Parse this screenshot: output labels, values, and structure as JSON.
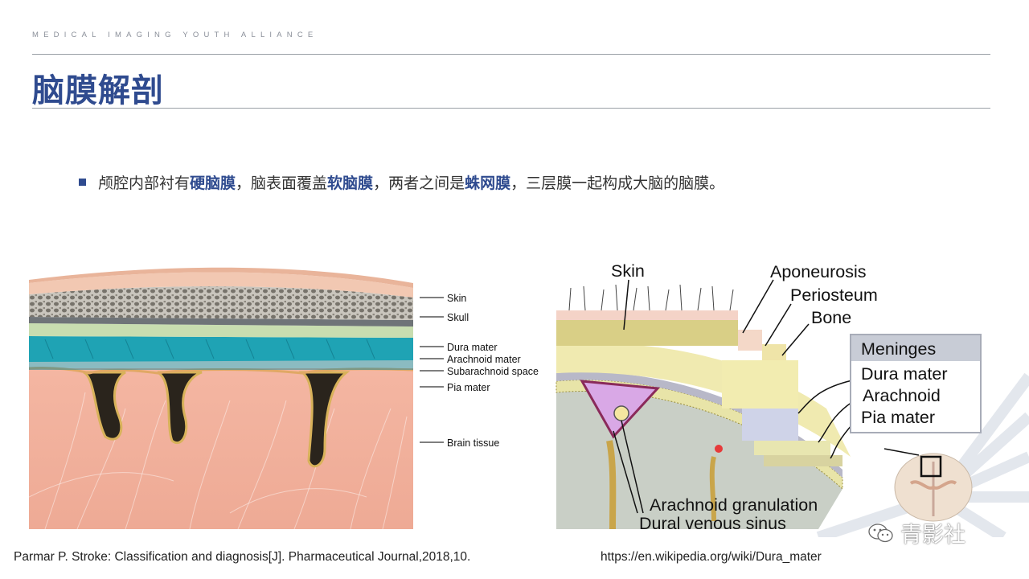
{
  "header": {
    "brand": "MEDICAL IMAGING YOUTH ALLIANCE",
    "title": "脑膜解剖"
  },
  "bullet": {
    "part1": "颅腔内部衬有",
    "hl1": "硬脑膜",
    "part2": "，脑表面覆盖",
    "hl2": "软脑膜",
    "part3": "，两者之间是",
    "hl3": "蛛网膜",
    "part4": "，三层膜一起构成大脑的脑膜。"
  },
  "left_figure": {
    "labels": [
      "Skin",
      "Skull",
      "Dura mater",
      "Arachnoid mater",
      "Subarachnoid space",
      "Pia mater",
      "Brain tissue"
    ]
  },
  "right_figure": {
    "skin": "Skin",
    "aponeurosis": "Aponeurosis",
    "periosteum": "Periosteum",
    "bone": "Bone",
    "meninges_title": "Meninges",
    "dura": "Dura mater",
    "arachnoid": "Arachnoid",
    "pia": "Pia mater",
    "granulation": "Arachnoid granulation",
    "sinus": "Dural venous sinus"
  },
  "citations": {
    "left": "Parmar P. Stroke: Classification and diagnosis[J]. Pharmaceutical Journal,2018,10.",
    "right": "https://en.wikipedia.org/wiki/Dura_mater"
  },
  "watermark": {
    "text": "青影社",
    "icon": "wechat-icon"
  },
  "colors": {
    "accent": "#2f4b8f",
    "dura": "#2aa7b8",
    "brain": "#f2b2a0"
  }
}
